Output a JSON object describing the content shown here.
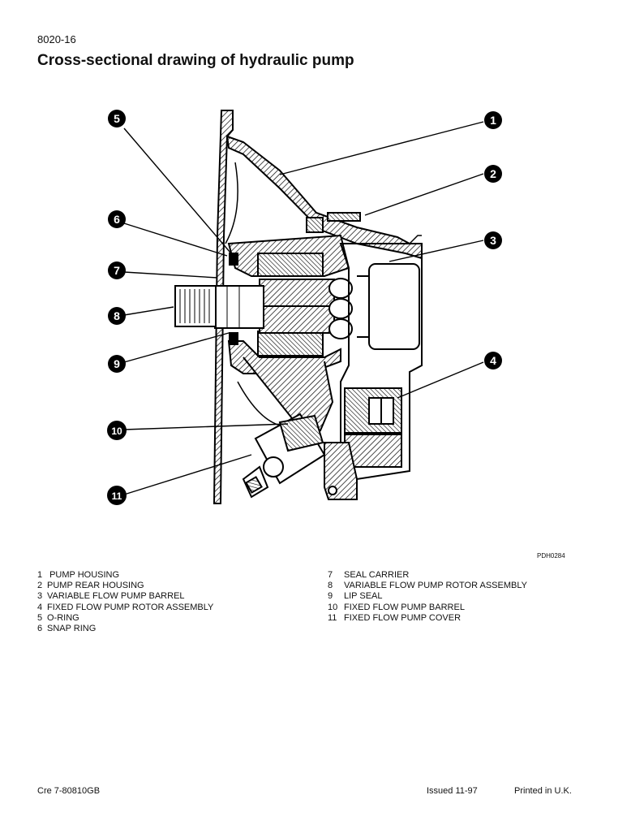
{
  "header": {
    "page_number": "8020-16"
  },
  "title": "Cross-sectional drawing of hydraulic pump",
  "figure": {
    "code": "PDH0284",
    "callouts": [
      "1",
      "2",
      "3",
      "4",
      "5",
      "6",
      "7",
      "8",
      "9",
      "10",
      "11"
    ]
  },
  "legend": {
    "left": [
      {
        "num": "1",
        "label": "PUMP HOUSING"
      },
      {
        "num": "2",
        "label": "PUMP REAR HOUSING"
      },
      {
        "num": "3",
        "label": "VARIABLE FLOW PUMP BARREL"
      },
      {
        "num": "4",
        "label": "FIXED FLOW PUMP ROTOR ASSEMBLY"
      },
      {
        "num": "5",
        "label": "O-RING"
      },
      {
        "num": "6",
        "label": "SNAP RING"
      }
    ],
    "right": [
      {
        "num": "7",
        "label": "SEAL CARRIER"
      },
      {
        "num": "8",
        "label": "VARIABLE FLOW PUMP ROTOR ASSEMBLY"
      },
      {
        "num": "9",
        "label": "LIP SEAL"
      },
      {
        "num": "10",
        "label": "FIXED FLOW PUMP BARREL"
      },
      {
        "num": "11",
        "label": "FIXED FLOW PUMP COVER"
      }
    ]
  },
  "footer": {
    "doc_ref": "Cre  7-80810GB",
    "issued": "Issued 11-97",
    "printed": "Printed in U.K."
  }
}
